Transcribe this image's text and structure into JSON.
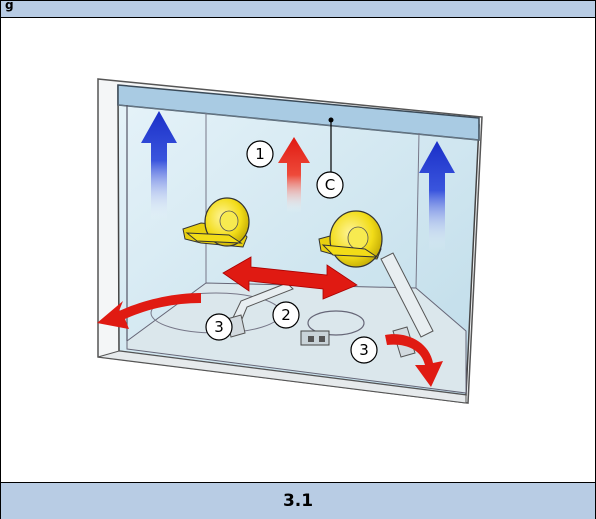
{
  "header": {
    "fragment": "g"
  },
  "figure": {
    "callouts": {
      "one": "1",
      "two": "2",
      "three_left": "3",
      "three_right": "3",
      "c": "C"
    },
    "colors": {
      "blue_arrow": "#1a33cc",
      "red_arrow": "#e8201a",
      "knob_yellow": "#f2e01a",
      "glass": "#cfe6f2",
      "header_band": "#b8cce4"
    }
  },
  "caption": {
    "label": "3.1"
  }
}
